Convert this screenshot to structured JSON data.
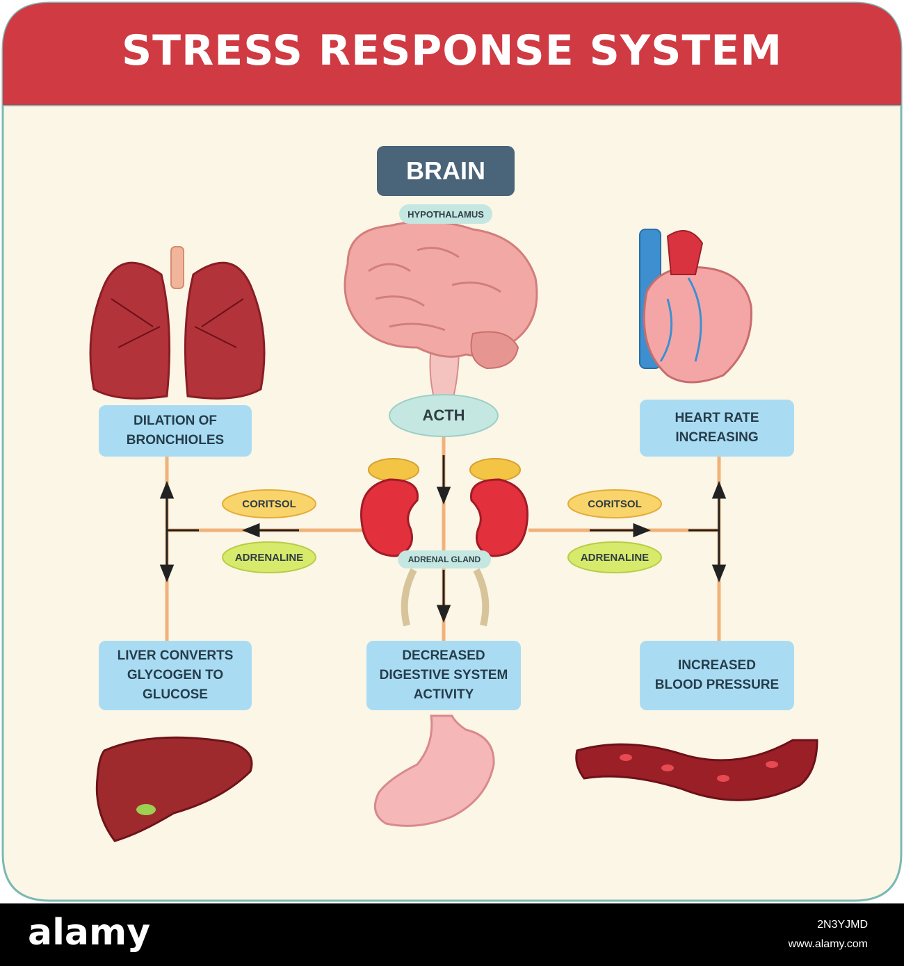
{
  "title": "STRESS RESPONSE SYSTEM",
  "brain": {
    "label": "BRAIN",
    "hypothalamus": "HYPOTHALAMUS"
  },
  "acth": "ACTH",
  "adrenal_gland": "ADRENAL GLAND",
  "hormones": {
    "left": {
      "top": "CORITSOL",
      "bottom": "ADRENALINE"
    },
    "right": {
      "top": "CORITSOL",
      "bottom": "ADRENALINE"
    }
  },
  "effects": {
    "lungs": [
      "DILATION OF",
      "BRONCHIOLES"
    ],
    "heart": [
      "HEART RATE",
      "INCREASING"
    ],
    "liver": [
      "LIVER CONVERTS",
      "GLYCOGEN TO",
      "GLUCOSE"
    ],
    "digestive": [
      "DECREASED",
      "DIGESTIVE SYSTEM",
      "ACTIVITY"
    ],
    "blood": [
      "INCREASED",
      "BLOOD PRESSURE"
    ]
  },
  "footer": {
    "logo": "alamy",
    "image_id": "2N3YJMD",
    "url": "www.alamy.com"
  },
  "colors": {
    "header": "#d03a42",
    "background": "#fbf6e6",
    "border": "#7bb9b4",
    "box": "#a9dcf3",
    "line": "#f0b27a",
    "coritsol": "#f9d46a",
    "adrenaline": "#d7ea6b"
  }
}
